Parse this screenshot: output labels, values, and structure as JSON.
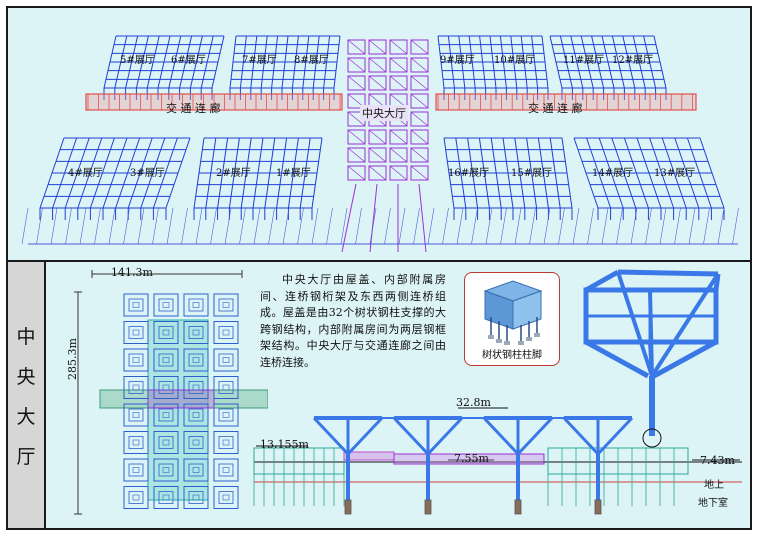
{
  "top": {
    "halls_top": [
      "5#展厅",
      "6#展厅",
      "7#展厅",
      "8#展厅",
      "9#展厅",
      "10#展厅",
      "11#展厅",
      "12#展厅"
    ],
    "halls_bottom": [
      "4#展厅",
      "3#展厅",
      "2#展厅",
      "1#展厅",
      "16#展厅",
      "15#展厅",
      "14#展厅",
      "13#展厅"
    ],
    "corridor_left": "交 通 连 廊",
    "corridor_right": "交 通 连 廊",
    "central_hall": "中央大厅"
  },
  "side_tab": [
    "中",
    "央",
    "大",
    "厅"
  ],
  "plan": {
    "width_label": "141.3m",
    "length_label": "285.3m"
  },
  "description": "中央大厅由屋盖、内部附属房间、连桥钢桁架及东西两侧连桥组成。屋盖是由32个树状钢柱支撑的大跨钢结构，内部附属房间为两层钢框架结构。中央大厅与交通连廊之间由连桥连接。",
  "callout": {
    "label": "树状钢柱柱脚"
  },
  "section": {
    "elev_roof": "32.8m",
    "elev_left": "13.155m",
    "elev_mid": "7.55m",
    "elev_right": "7.43m",
    "above_ground": "地上",
    "basement": "地下室"
  },
  "colors": {
    "frame_blue": "#1f3fd6",
    "central_purple": "#9b2fd6",
    "corridor_red": "#e05050",
    "tree_blue": "#3a78e8",
    "panel_bg": "#ddf4f6"
  }
}
